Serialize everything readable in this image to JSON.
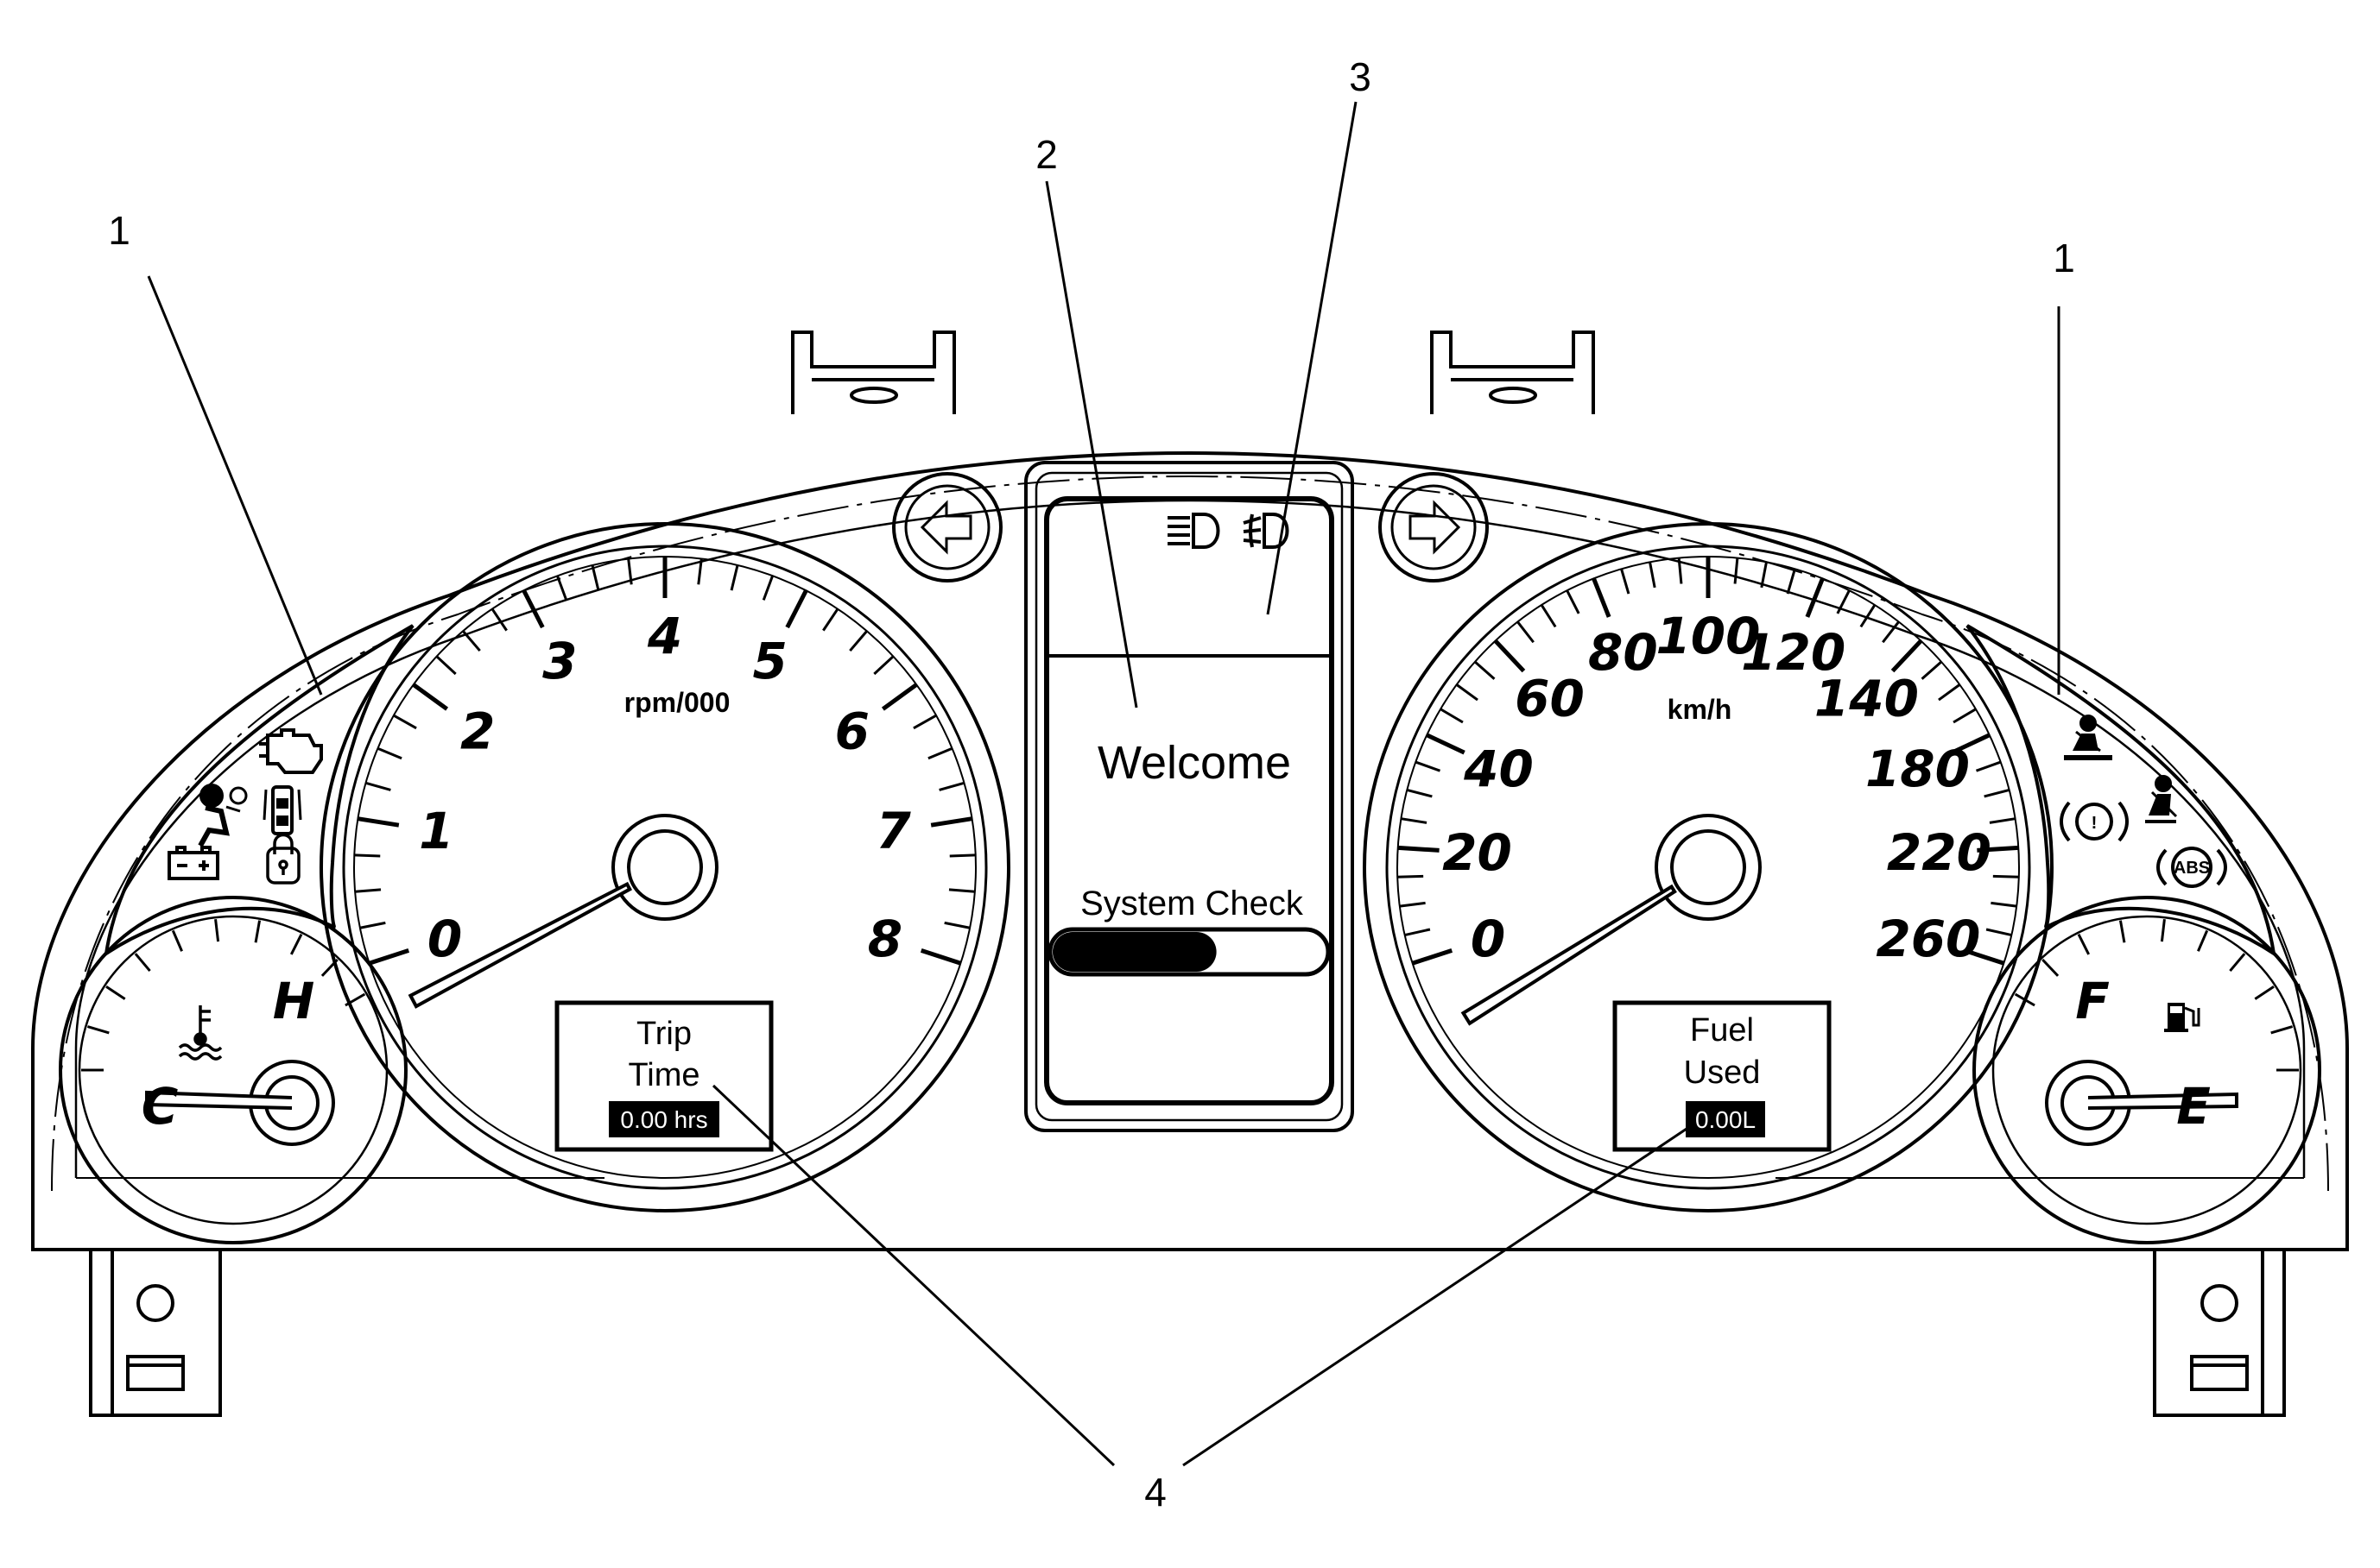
{
  "callouts": {
    "indicators_left": "1",
    "indicators_right": "1",
    "dic_display": "2",
    "lamp_area": "3",
    "trip_readouts": "4"
  },
  "tachometer": {
    "unit": "rpm/000",
    "labels": [
      "0",
      "1",
      "2",
      "3",
      "4",
      "5",
      "6",
      "7",
      "8"
    ],
    "needle_value": 0
  },
  "speedometer": {
    "unit": "km/h",
    "labels": [
      "0",
      "20",
      "40",
      "60",
      "80",
      "100",
      "120",
      "140",
      "180",
      "220",
      "260"
    ],
    "needle_value": 0
  },
  "temp_gauge": {
    "hot_label": "H",
    "cold_label": "C"
  },
  "fuel_gauge": {
    "full_label": "F",
    "empty_label": "E"
  },
  "display": {
    "welcome": "Welcome",
    "system_check": "System Check",
    "progress": 0.6
  },
  "trip_time": {
    "line1": "Trip",
    "line2": "Time",
    "readout": "0.00 hrs"
  },
  "fuel_used": {
    "line1": "Fuel",
    "line2": "Used",
    "readout": "0.00L"
  },
  "icons": {
    "left": [
      "check-engine-icon",
      "airbag-icon",
      "door-ajar-icon",
      "battery-icon",
      "security-lock-icon",
      "coolant-temp-icon"
    ],
    "right": [
      "seatbelt-passenger-icon",
      "brake-warning-icon",
      "seatbelt-icon",
      "abs-icon",
      "fuel-pump-icon"
    ],
    "top": [
      "high-beam-icon",
      "fog-lamp-icon",
      "turn-left-icon",
      "turn-right-icon"
    ]
  },
  "icon_text": {
    "abs": "ABS",
    "brake": "!"
  },
  "colors": {
    "line": "#000000",
    "background": "#ffffff"
  }
}
